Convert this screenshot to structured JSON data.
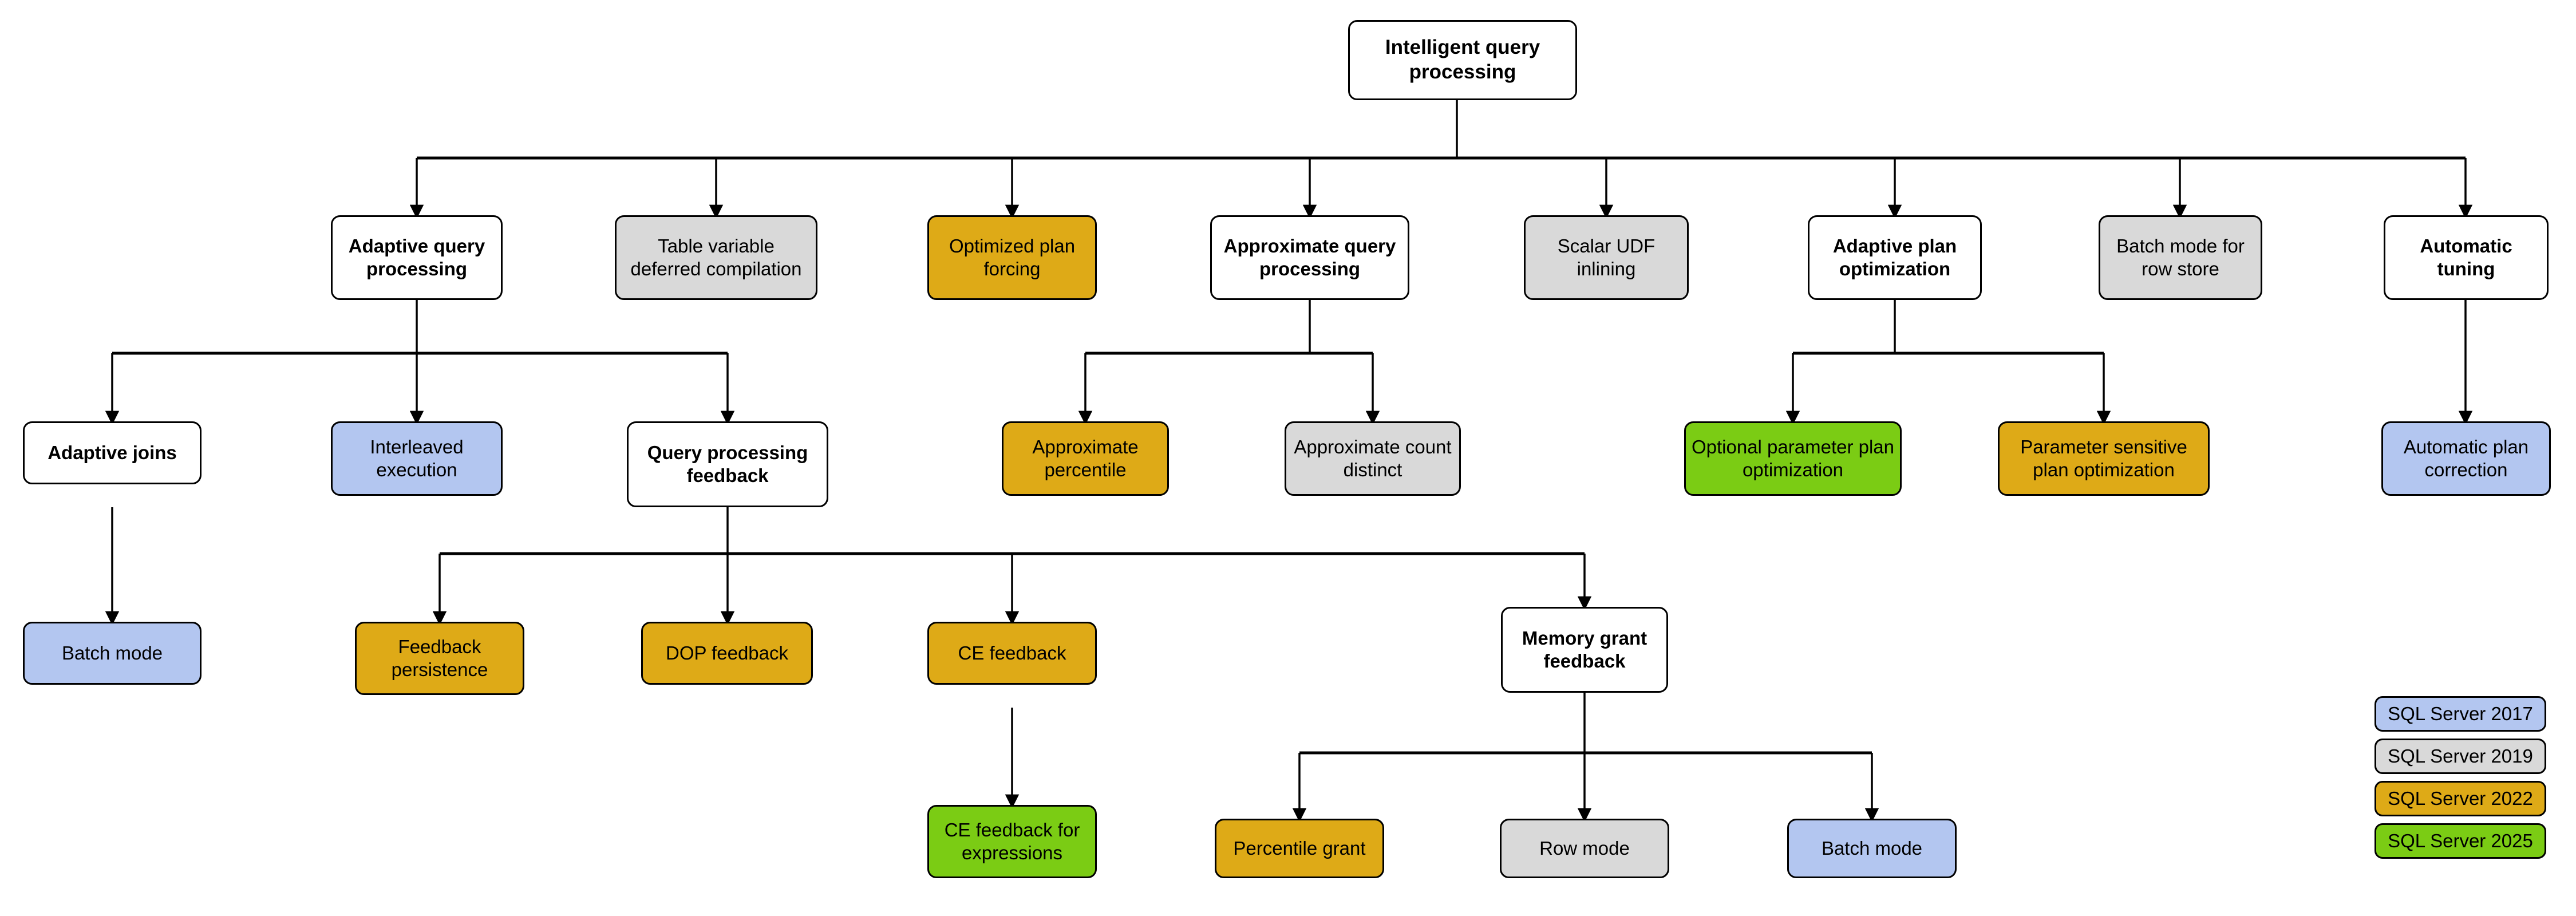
{
  "diagram": {
    "title": "Intelligent query processing",
    "palette": {
      "white": "#ffffff",
      "gray": "#d9d9d9",
      "gold": "#deaa17",
      "green": "#7bcc14",
      "blue": "#b3c6f0",
      "stroke": "#000000"
    },
    "nodes": {
      "root": "Intelligent query processing",
      "adaptive_query_processing": "Adaptive query processing",
      "table_variable_deferred_compilation": "Table variable deferred compilation",
      "optimized_plan_forcing": "Optimized plan forcing",
      "approximate_query_processing": "Approximate query processing",
      "scalar_udf_inlining": "Scalar UDF inlining",
      "adaptive_plan_optimization": "Adaptive plan optimization",
      "batch_mode_for_row_store": "Batch mode for row store",
      "automatic_tuning": "Automatic tuning",
      "adaptive_joins": "Adaptive joins",
      "interleaved_execution": "Interleaved execution",
      "query_processing_feedback": "Query processing feedback",
      "approximate_percentile": "Approximate percentile",
      "approximate_count_distinct": "Approximate count distinct",
      "optional_parameter_plan_optimization": "Optional parameter plan optimization",
      "parameter_sensitive_plan_optimization": "Parameter sensitive plan optimization",
      "automatic_plan_correction": "Automatic plan correction",
      "batch_mode_joins": "Batch mode",
      "feedback_persistence": "Feedback persistence",
      "dop_feedback": "DOP feedback",
      "ce_feedback": "CE feedback",
      "memory_grant_feedback": "Memory grant feedback",
      "ce_feedback_for_expressions": "CE feedback for expressions",
      "percentile_grant": "Percentile grant",
      "row_mode": "Row mode",
      "batch_mode_grant": "Batch mode"
    },
    "legend": {
      "items": [
        {
          "label": "SQL Server 2017",
          "color": "#b3c6f0"
        },
        {
          "label": "SQL Server 2019",
          "color": "#d9d9d9"
        },
        {
          "label": "SQL Server 2022",
          "color": "#deaa17"
        },
        {
          "label": "SQL Server 2025",
          "color": "#7bcc14"
        }
      ]
    }
  }
}
